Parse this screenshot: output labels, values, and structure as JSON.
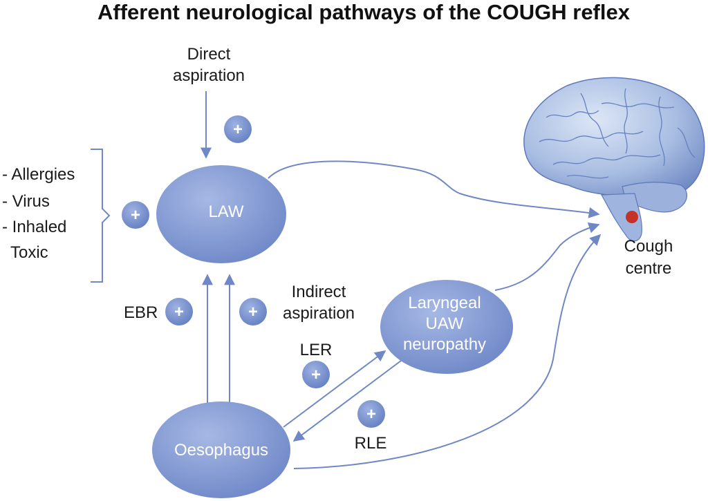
{
  "title": "Afferent neurological pathways of the COUGH reflex",
  "nodes": {
    "law": "LAW",
    "laryngeal": [
      "Laryngeal",
      "UAW",
      "neuropathy"
    ],
    "oesophagus": "Oesophagus"
  },
  "labels": {
    "direct_aspiration": [
      "Direct",
      "aspiration"
    ],
    "indirect_aspiration": [
      "Indirect",
      "aspiration"
    ],
    "ebr": "EBR",
    "ler": "LER",
    "rle": "RLE",
    "cough_centre": [
      "Cough",
      "centre"
    ]
  },
  "triggers": [
    "- Allergies",
    "- Virus",
    "- Inhaled",
    "Toxic"
  ],
  "plus_symbol": "+",
  "colors": {
    "node_fill": "#7f97d3",
    "node_dark": "#5f7cc2",
    "edge": "#6f87c4",
    "cough_centre_dot": "#c43227",
    "brain": "#a9bfe3"
  }
}
